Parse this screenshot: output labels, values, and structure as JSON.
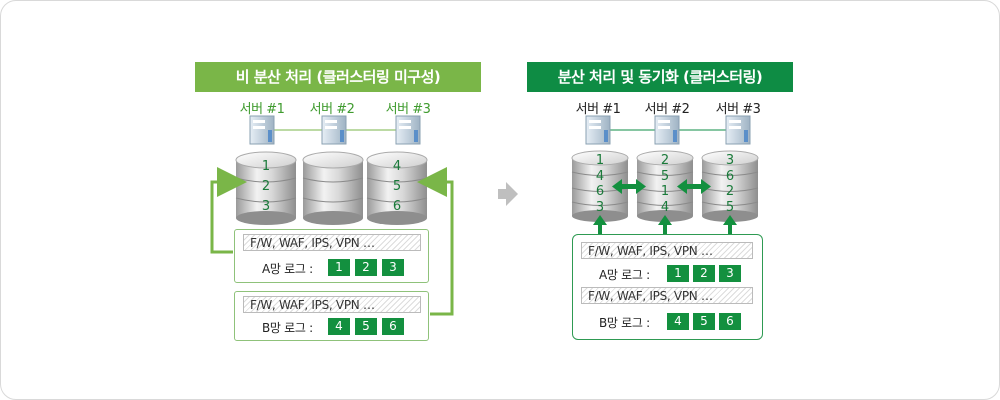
{
  "left": {
    "title": "비 분산 처리 (클러스터링 미구성)",
    "servers": [
      {
        "label": "서버 #1",
        "records": [
          "1",
          "2",
          "3"
        ]
      },
      {
        "label": "서버 #2",
        "records": []
      },
      {
        "label": "서버 #3",
        "records": [
          "4",
          "5",
          "6"
        ]
      }
    ],
    "logs": [
      {
        "devices": "F/W, WAF, IPS, VPN …",
        "label": "A망 로그 :",
        "items": [
          "1",
          "2",
          "3"
        ]
      },
      {
        "devices": "F/W, WAF, IPS, VPN …",
        "label": "B망 로그 :",
        "items": [
          "4",
          "5",
          "6"
        ]
      }
    ]
  },
  "right": {
    "title": "분산 처리 및 동기화 (클러스터링)",
    "servers": [
      {
        "label": "서버 #1",
        "records": [
          "1",
          "4",
          "6",
          "3"
        ]
      },
      {
        "label": "서버 #2",
        "records": [
          "2",
          "5",
          "1",
          "4"
        ]
      },
      {
        "label": "서버 #3",
        "records": [
          "3",
          "6",
          "2",
          "5"
        ]
      }
    ],
    "logs": [
      {
        "devices": "F/W, WAF, IPS, VPN …",
        "label": "A망 로그 :",
        "items": [
          "1",
          "2",
          "3"
        ]
      },
      {
        "devices": "F/W, WAF, IPS, VPN …",
        "label": "B망 로그 :",
        "items": [
          "4",
          "5",
          "6"
        ]
      }
    ]
  },
  "colors": {
    "light_green": "#7ab648",
    "dark_green": "#0e8c44",
    "chip_green": "#13903f"
  }
}
